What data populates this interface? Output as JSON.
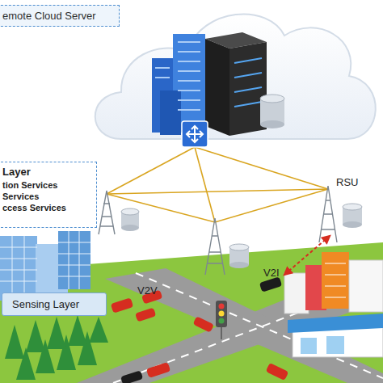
{
  "diagram": {
    "nodes": [
      {
        "text": [
          "emote Cloud Server"
        ]
      },
      {
        "text": [
          "Layer",
          "tion Services",
          "Services",
          "ccess Services"
        ]
      },
      {
        "text": [
          "Sensing Layer"
        ]
      }
    ],
    "labels": [
      "RSU",
      "V2V",
      "V2I"
    ]
  }
}
